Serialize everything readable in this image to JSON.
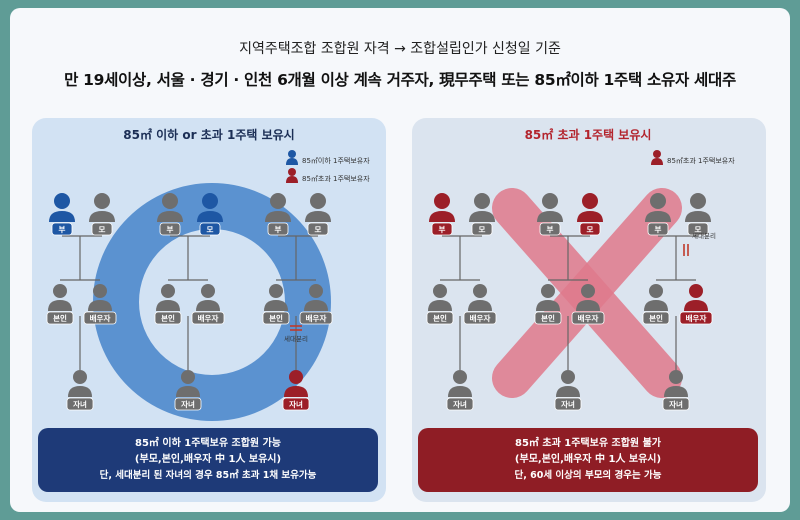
{
  "header": {
    "line1": "지역주택조합 조합원 자격 → 조합설립인가 신청일 기준",
    "line2": "만 19세이상, 서울 · 경기 · 인천 6개월 이상 계속 거주자, 現무주택 또는 85㎡이하 1주택 소유자 세대주"
  },
  "colors": {
    "blue": "#1e57a4",
    "red": "#9c1f28",
    "gray": "#6e6e6e",
    "ring": "#5b92d0",
    "cross": "#e07a8c"
  },
  "left_panel": {
    "title": "85㎡ 이하 or 초과 1주택 보유시",
    "legend": [
      {
        "label": "85㎡이하 1주택보유자",
        "color": "blue"
      },
      {
        "label": "85㎡초과 1주택보유자",
        "color": "red"
      }
    ],
    "split_label": "세대분리",
    "note": {
      "line1": "85㎡ 이하 1주택보유 조합원 가능",
      "line2": "(부모,본인,배우자 中 1人 보유시)",
      "line3": "단, 세대분리 된 자녀의 경우 85㎡ 초과 1채 보유가능"
    }
  },
  "right_panel": {
    "title": "85㎡ 초과 1주택 보유시",
    "legend": [
      {
        "label": "85㎡초과 1주택보유자",
        "color": "red"
      }
    ],
    "split_label": "세대분리",
    "note": {
      "line1": "85㎡ 초과 1주택보유 조합원 불가",
      "line2": "(부모,본인,배우자 中 1人 보유시)",
      "line3": "단, 60세 이상의 부모의 경우는 가능"
    }
  },
  "people_labels": {
    "father": "부",
    "mother": "모",
    "self": "본인",
    "spouse": "배우자",
    "child": "자녀"
  },
  "left_columns": [
    {
      "father": "blue",
      "mother": "gray",
      "self": "gray",
      "spouse": "gray",
      "child": "gray"
    },
    {
      "father": "gray",
      "mother": "blue",
      "self": "gray",
      "spouse": "gray",
      "child": "gray"
    },
    {
      "father": "gray",
      "mother": "gray",
      "self": "gray",
      "spouse": "gray",
      "child": "red",
      "split": true
    }
  ],
  "right_columns": [
    {
      "father": "red",
      "mother": "gray",
      "self": "gray",
      "spouse": "gray",
      "child": "gray"
    },
    {
      "father": "gray",
      "mother": "red",
      "self": "gray",
      "spouse": "gray",
      "child": "gray"
    },
    {
      "father": "gray",
      "mother": "gray",
      "self": "gray",
      "spouse": "red",
      "child": "gray",
      "split": true
    }
  ]
}
